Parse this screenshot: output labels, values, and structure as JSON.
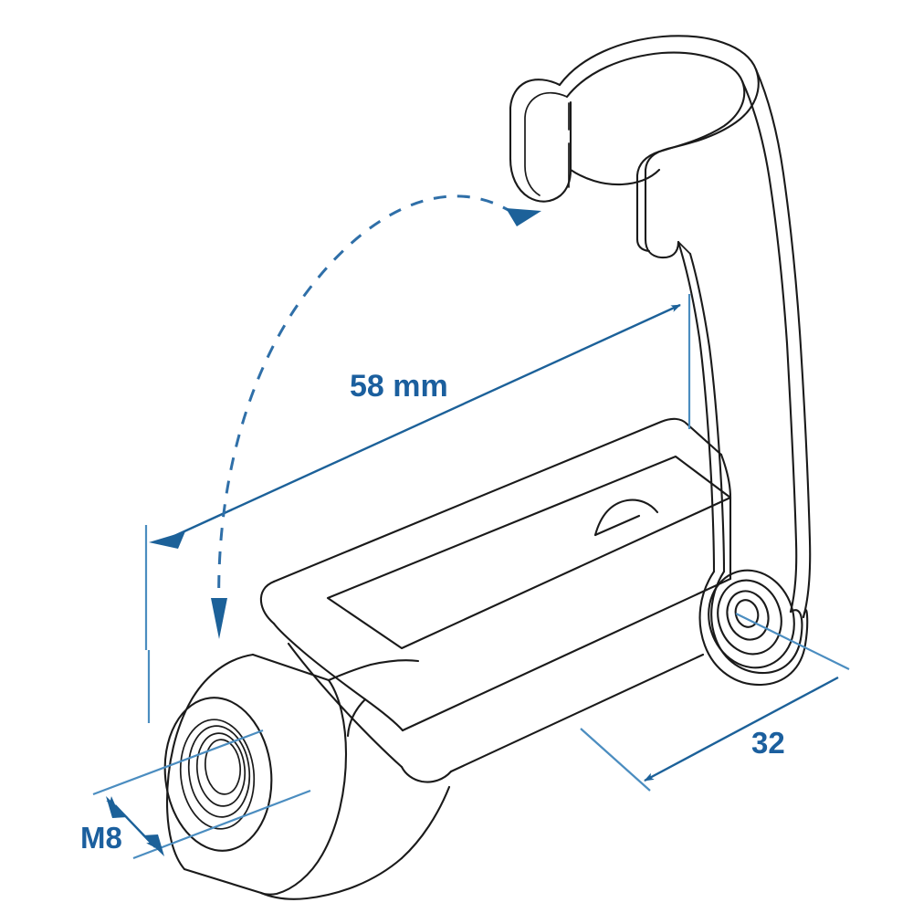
{
  "drawing": {
    "title": "Tube clamp lever - isometric technical drawing",
    "background_color": "#ffffff",
    "outline_color": "#1a1a1a",
    "dimension_color": "#1c6199",
    "dimension_text_color": "#1b5f9e",
    "extension_line_color": "#4b8dc0",
    "motion_arc_color": "#2f6fa8"
  },
  "dimensions": {
    "length": {
      "label": "58 mm",
      "value": 58,
      "unit": "mm",
      "arrow_style": "single-ended",
      "position": "upper-left-diagonal"
    },
    "depth": {
      "label": "32",
      "value": 32,
      "unit": "mm",
      "arrow_style": "single-ended",
      "position": "lower-right-diagonal"
    },
    "thread": {
      "label": "M8",
      "value": "M8",
      "unit": "metric thread",
      "arrow_style": "double-ended",
      "position": "lower-left"
    }
  },
  "annotations": {
    "motion_arc": {
      "name": "lever-swing-arc",
      "style": "dashed",
      "arrowheads": "both-ends"
    }
  },
  "part": {
    "name": "quick-release tube clamp lever",
    "features": [
      "c-shaped clamp hook",
      "tapered lever arm",
      "pivot eyelet",
      "u-channel body",
      "threaded boss"
    ]
  }
}
